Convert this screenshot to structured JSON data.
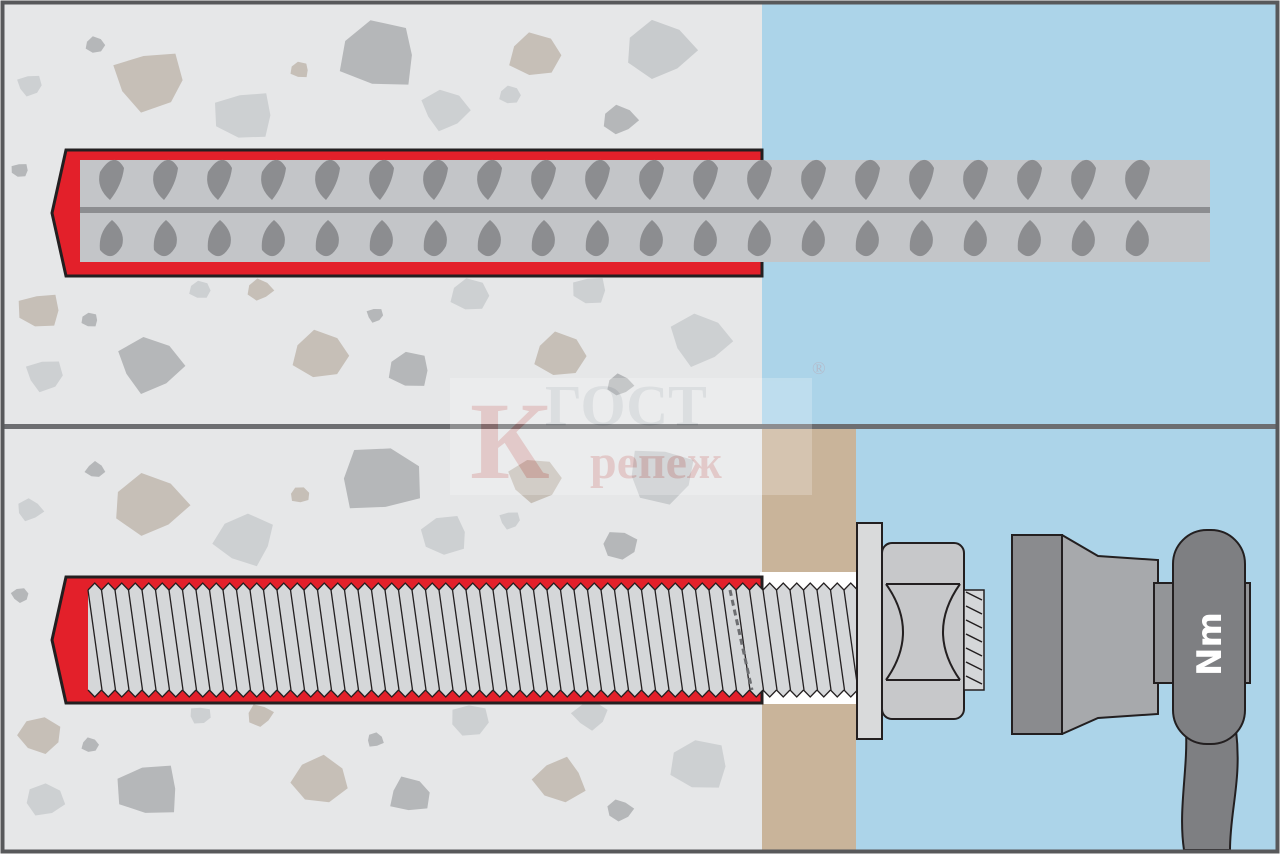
{
  "colors": {
    "concrete": "#e6e7e8",
    "air": "#acd4e9",
    "resin": "#e3202a",
    "rebar": "#c3c5c8",
    "rebar_rib": "#8c8d90",
    "rod_thread": "#d5d7d9",
    "plate": "#c9b49a",
    "nut": "#c7c8ca",
    "wrench": "#7e7f82",
    "frame": "#58595b"
  },
  "panels": [
    {
      "name": "rebar-anchor-panel"
    },
    {
      "name": "threaded-rod-anchor-panel"
    }
  ],
  "torque_label": "Nm",
  "watermark": {
    "logo_letter": "К",
    "line1": "ГОСТ",
    "line2": "репеж",
    "registered": "®"
  }
}
